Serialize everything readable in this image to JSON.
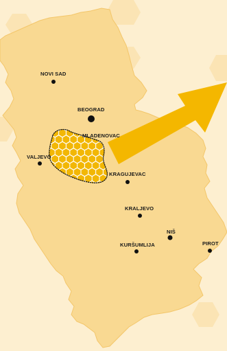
{
  "map": {
    "colors": {
      "background": "#fdefd0",
      "hex_pattern": "#fbe4b4",
      "territory": "#f9d992",
      "territory_stroke": "#f3c66a",
      "highlight_hex": "#f2b705",
      "highlight_fill": "#ffffff",
      "arrow": "#f4b700",
      "city_dot": "#111111"
    },
    "cities": [
      {
        "id": "novi-sad",
        "label": "NOVI SAD",
        "capital": false
      },
      {
        "id": "beograd",
        "label": "BEOGRAD",
        "capital": true
      },
      {
        "id": "mladenovac",
        "label": "MLADENOVAC",
        "capital": false
      },
      {
        "id": "valjevo",
        "label": "VALJEVO",
        "capital": false
      },
      {
        "id": "kragujevac",
        "label": "KRAGUJEVAC",
        "capital": false
      },
      {
        "id": "kraljevo",
        "label": "KRALJEVO",
        "capital": false
      },
      {
        "id": "nis",
        "label": "NIŠ",
        "capital": false
      },
      {
        "id": "pirot",
        "label": "PIROT",
        "capital": false
      },
      {
        "id": "kursumlija",
        "label": "KURŠUMLIJA",
        "capital": false
      }
    ],
    "highlight_region": {
      "pattern": "hexagon-cluster",
      "border": "dotted"
    },
    "arrow": {
      "direction": "north-east"
    }
  }
}
